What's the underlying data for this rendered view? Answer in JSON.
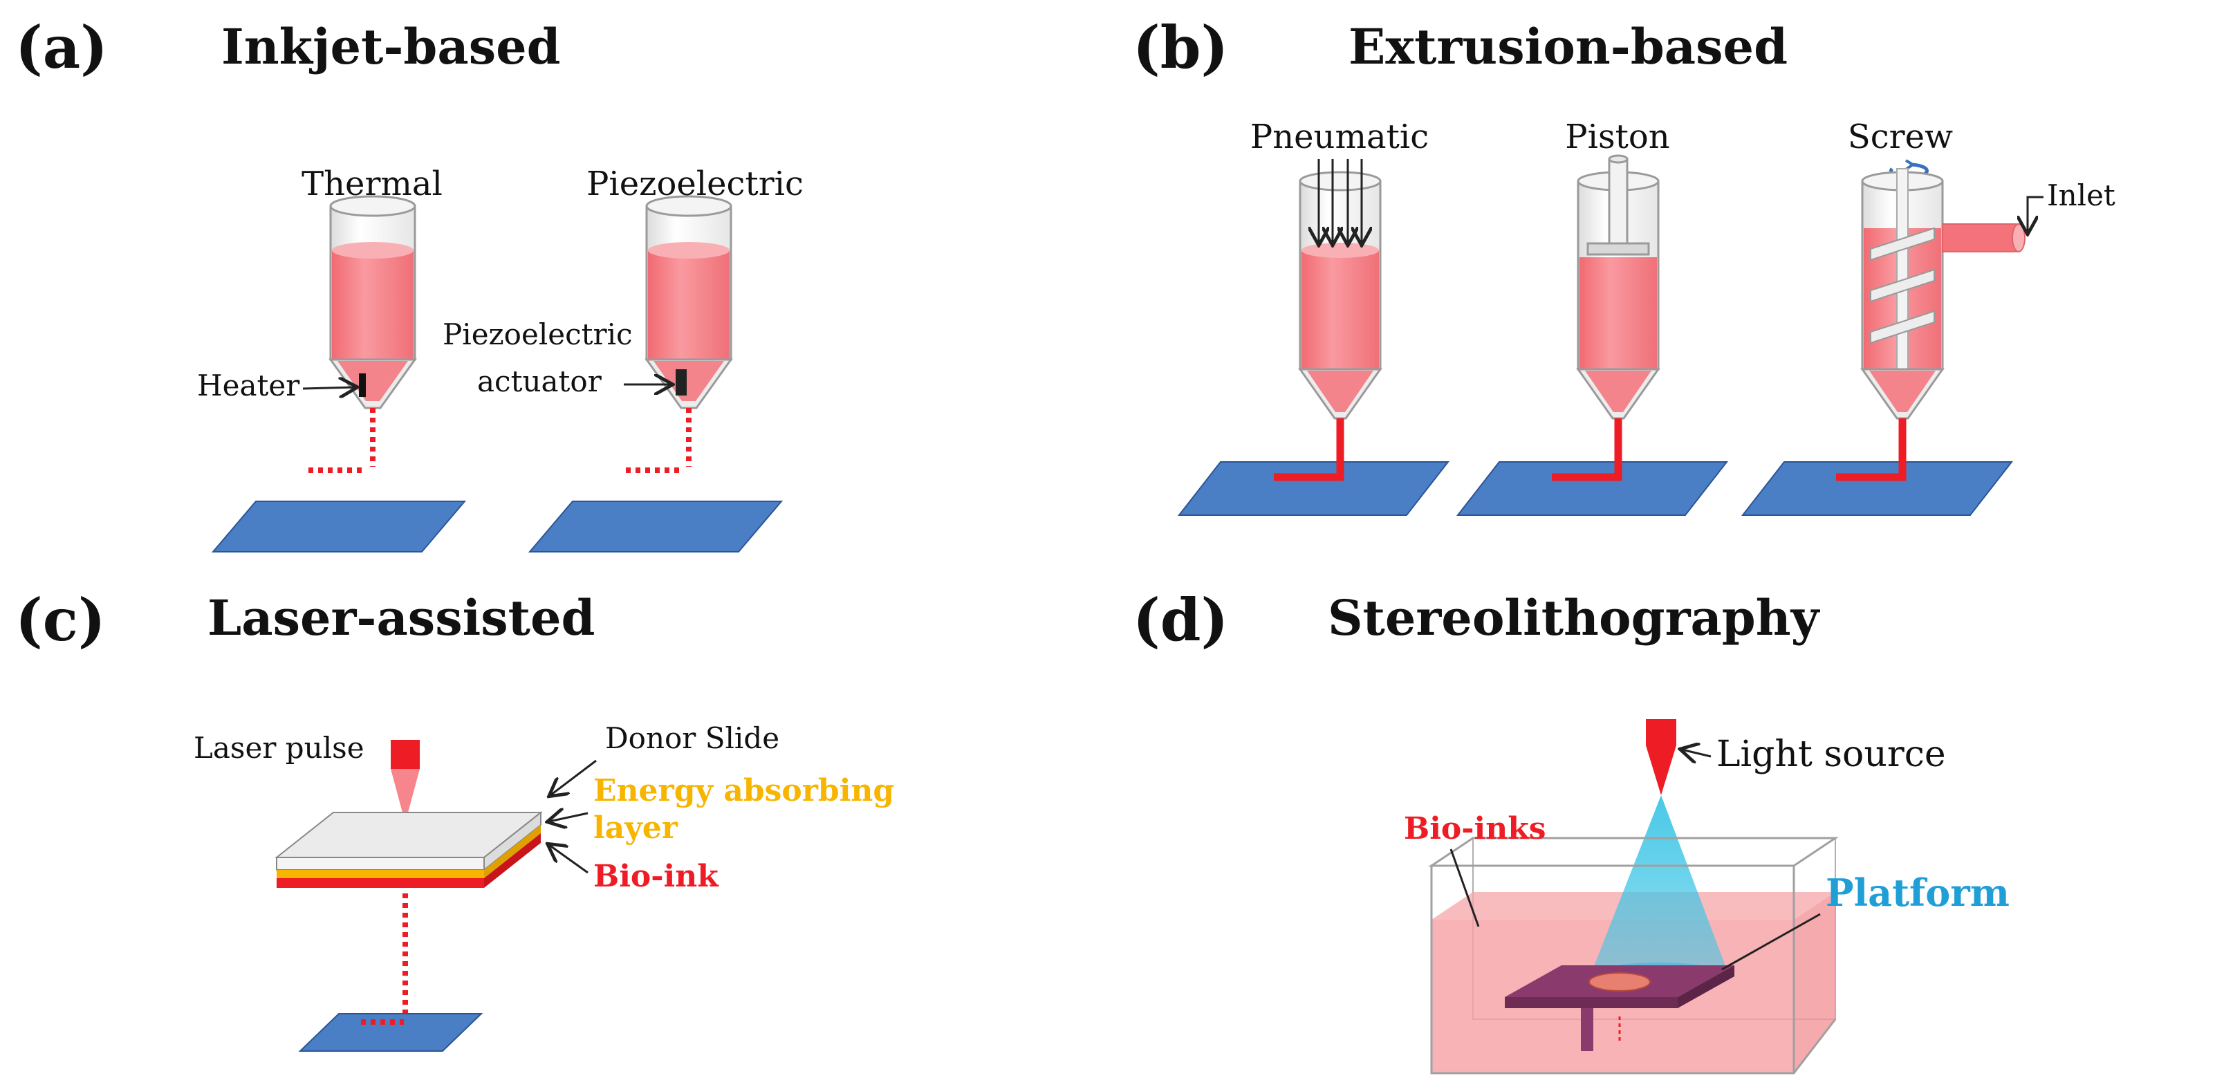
{
  "colors": {
    "bioink": "#f4727a",
    "bioink_light": "#f9a8ac",
    "extrude": "#ee1c24",
    "plate": "#4a7fc5",
    "yellow": "#f7b500",
    "red_label": "#ee1c24",
    "blue_label": "#1f9fd6",
    "cyan_beam": "#3fc6e6"
  },
  "panels": {
    "a": {
      "letter": "(a)",
      "title": "Inkjet-based",
      "devices": [
        {
          "title": "Thermal",
          "label": "Heater"
        },
        {
          "title": "Piezoelectric",
          "label_line1": "Piezoelectric",
          "label_line2": "actuator"
        }
      ]
    },
    "b": {
      "letter": "(b)",
      "title": "Extrusion-based",
      "devices": [
        {
          "title": "Pneumatic"
        },
        {
          "title": "Piston"
        },
        {
          "title": "Screw",
          "label": "Inlet"
        }
      ]
    },
    "c": {
      "letter": "(c)",
      "title": "Laser-assisted",
      "labels": {
        "laser": "Laser pulse",
        "donor": "Donor Slide",
        "energy_line1": "Energy absorbing",
        "energy_line2": "layer",
        "bioink": "Bio-ink"
      }
    },
    "d": {
      "letter": "(d)",
      "title": "Stereolithography",
      "labels": {
        "light": "Light source",
        "bioinks": "Bio-inks",
        "platform": "Platform"
      }
    }
  }
}
